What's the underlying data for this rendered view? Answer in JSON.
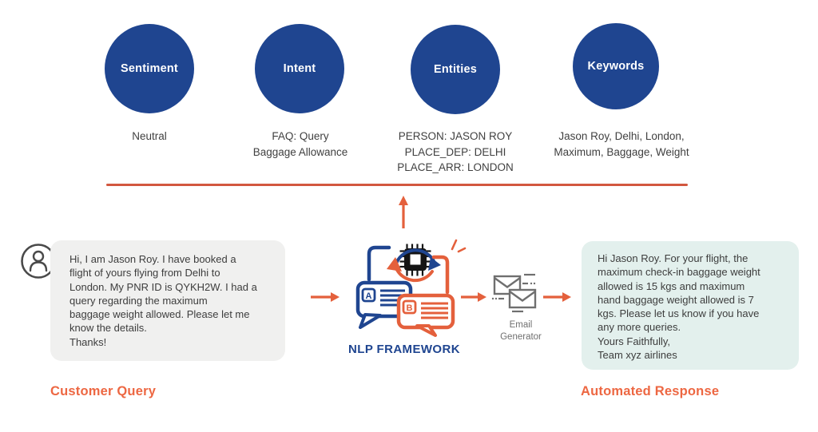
{
  "palette": {
    "navy": "#1F4590",
    "orange": "#E4603C",
    "orange_label": "#ED6742",
    "divider_line": "#D2573F",
    "query_bubble_bg": "#F0F0EF",
    "response_bubble_bg": "#E3F0ED",
    "body_text": "#3D3D3D",
    "icon_gray": "#6F6F6F"
  },
  "analysis": {
    "items": [
      {
        "id": "sentiment",
        "label": "Sentiment",
        "value": "Neutral"
      },
      {
        "id": "intent",
        "label": "Intent",
        "value": "FAQ: Query\nBaggage Allowance"
      },
      {
        "id": "entities",
        "label": "Entities",
        "value": "PERSON: JASON ROY\nPLACE_DEP: DELHI\nPLACE_ARR: LONDON"
      },
      {
        "id": "keywords",
        "label": "Keywords",
        "value": "Jason Roy, Delhi, London,\nMaximum, Baggage, Weight"
      }
    ]
  },
  "flow": {
    "customer_query": {
      "title": "Customer Query",
      "message": "Hi, I am Jason Roy. I have booked a\nflight of yours flying from Delhi to\nLondon. My PNR ID is QYKH2W. I had a\nquery regarding the maximum\nbaggage weight allowed. Please let me\nknow the details.\nThanks!"
    },
    "nlp_framework": {
      "label": "NLP FRAMEWORK"
    },
    "email_generator": {
      "label": "Email\nGenerator"
    },
    "automated_response": {
      "title": "Automated Response",
      "message": "Hi Jason Roy. For your flight, the\nmaximum check-in baggage weight\nallowed is 15 kgs and maximum\nhand baggage weight allowed is 7\nkgs. Please let us know if you have\nany more queries.\nYours Faithfully,\nTeam xyz airlines"
    }
  }
}
